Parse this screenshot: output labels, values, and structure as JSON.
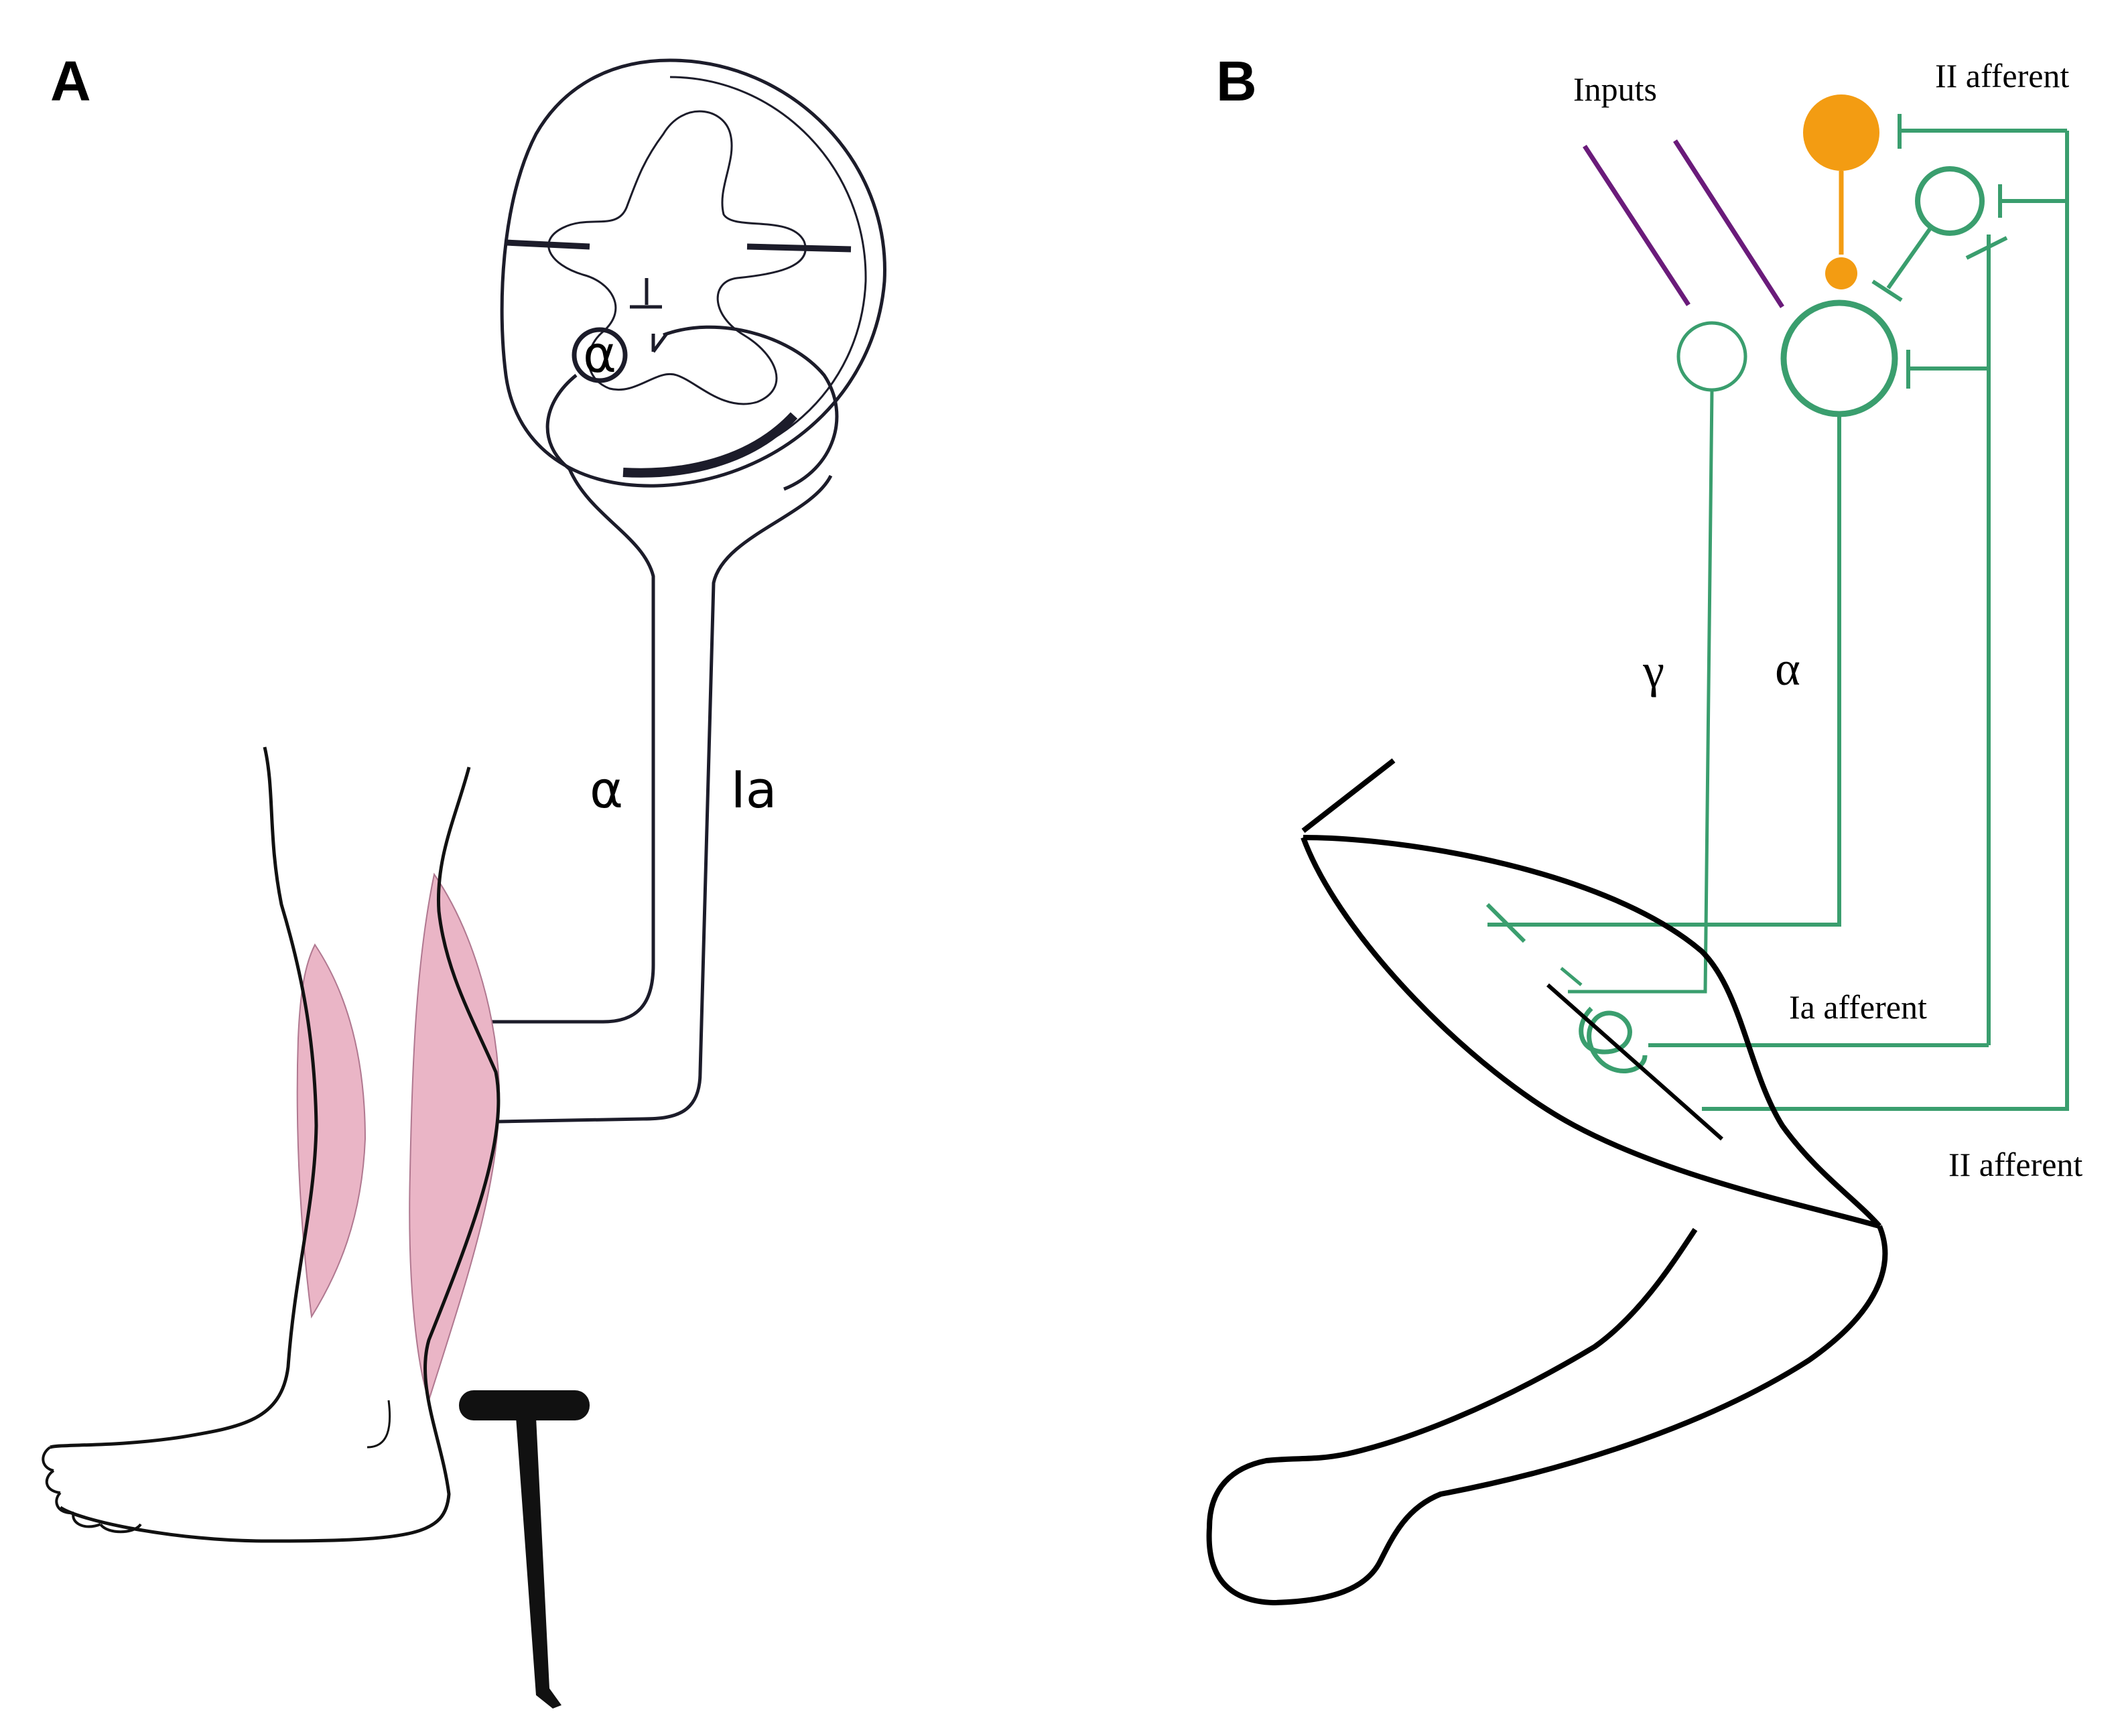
{
  "panels": {
    "a": {
      "letter": "A",
      "cell_label": "α",
      "fiber_alpha_label": "α",
      "fiber_ia_label": "Ia",
      "colors": {
        "muscle": "#eab5c6",
        "ink": "#1c1c2a"
      }
    },
    "b": {
      "letter": "B",
      "inputs_label": "Inputs",
      "ii_afferent_top_label": "II afferent",
      "gamma_label": "γ",
      "alpha_label": "α",
      "ia_afferent_label": "Ia afferent",
      "ii_afferent_bottom_label": "II afferent",
      "colors": {
        "neuron": "#3a9e6e",
        "interneuron": "#f39c12",
        "inputs": "#6a1b7a",
        "ink": "#000000"
      }
    }
  }
}
